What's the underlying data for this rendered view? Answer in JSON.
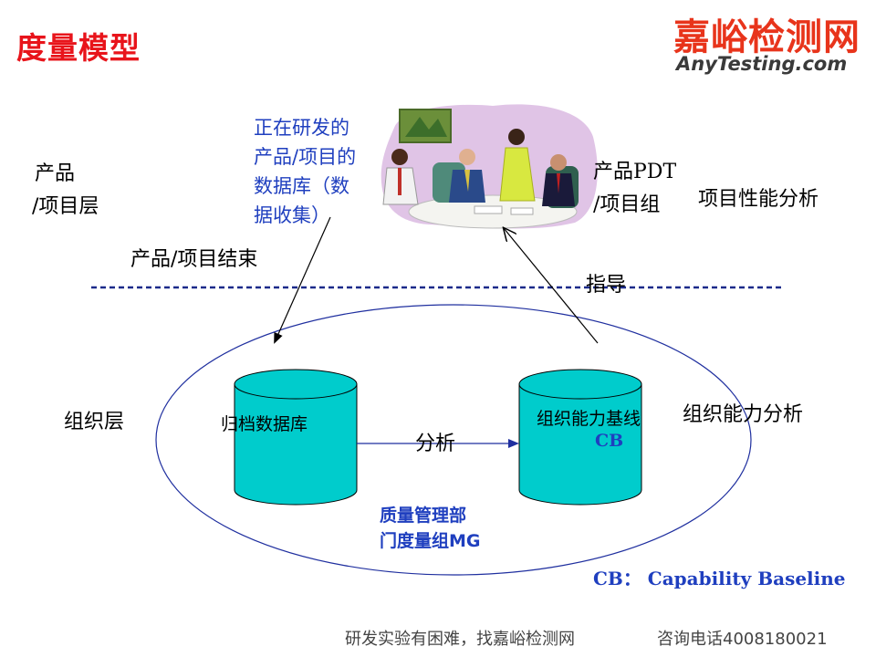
{
  "header": {
    "title": "度量模型",
    "logo_cn": "嘉峪检测网",
    "logo_en": "AnyTesting.com"
  },
  "labels": {
    "product_layer_line1": "产品",
    "product_layer_line2": "/项目层",
    "db_in_dev": [
      "正在研发的",
      "产品/项目的",
      "数据库（数",
      "据收集）"
    ],
    "pdt_line1": "产品PDT",
    "pdt_line2": "/项目组",
    "project_perf": "项目性能分析",
    "product_end": "产品/项目结束",
    "guidance": "指导",
    "org_layer": "组织层",
    "archive_db": "归档数据库",
    "analysis": "分析",
    "org_baseline_line1": "组织能力基线",
    "org_baseline_line2": "CB",
    "org_capability": "组织能力分析",
    "qm_dept_line1": "质量管理部",
    "qm_dept_line2": "门度量组MG",
    "cb_def": "CB： Capability Baseline"
  },
  "footer": {
    "left": "研发实验有困难，找嘉峪检测网",
    "right": "咨询电话4008180021"
  },
  "colors": {
    "title_red": "#e8141b",
    "cylinder_fill": "#00cccc",
    "blue_text": "#1f3fbf",
    "divider_blue": "#1a2a8a",
    "meeting_bg": "#e0c4e6"
  }
}
